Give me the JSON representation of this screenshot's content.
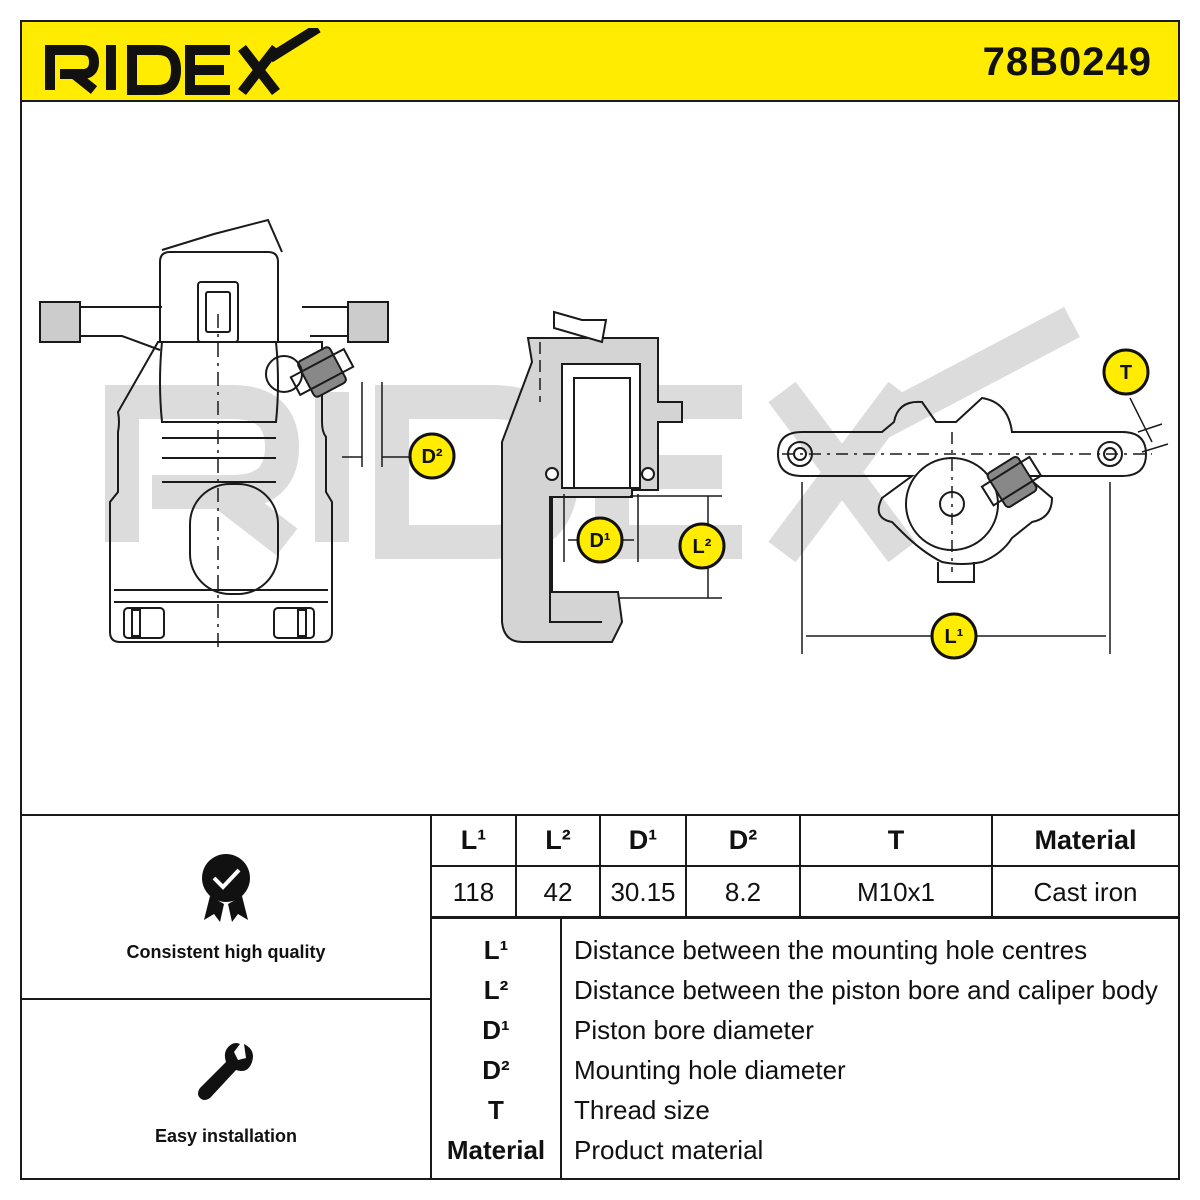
{
  "header": {
    "brand": "RIDEX",
    "part_number": "78B0249",
    "brand_color": "#111111",
    "background_color": "#ffec00"
  },
  "drawing": {
    "callouts": {
      "d2": "D²",
      "d1": "D¹",
      "l2": "L²",
      "t": "T",
      "l1": "L¹"
    },
    "watermark": "RIDEX"
  },
  "features": [
    {
      "label": "Consistent high quality",
      "icon": "quality-badge-icon"
    },
    {
      "label": "Easy installation",
      "icon": "wrench-icon"
    }
  ],
  "specs": {
    "headers": [
      "L¹",
      "L²",
      "D¹",
      "D²",
      "T",
      "Material"
    ],
    "values": [
      "118",
      "42",
      "30.15",
      "8.2",
      "M10x1",
      "Cast iron"
    ]
  },
  "legend": [
    {
      "key": "L¹",
      "text": "Distance between the mounting hole centres"
    },
    {
      "key": "L²",
      "text": "Distance between the piston bore and caliper body"
    },
    {
      "key": "D¹",
      "text": "Piston bore diameter"
    },
    {
      "key": "D²",
      "text": "Mounting hole diameter"
    },
    {
      "key": "T",
      "text": "Thread size"
    },
    {
      "key": "Material",
      "text": "Product material"
    }
  ]
}
